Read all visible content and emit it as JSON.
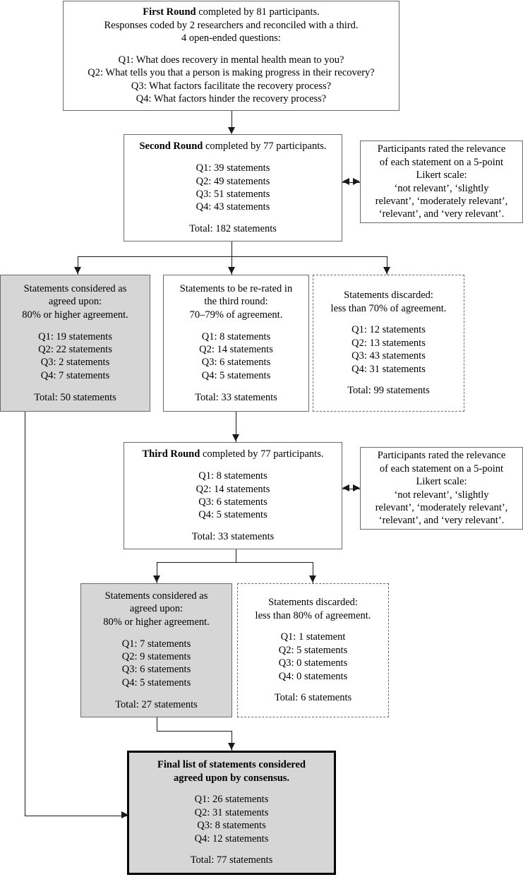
{
  "figure": {
    "type": "flowchart",
    "title": "Delphi study three-round flow of statements",
    "colors": {
      "shaded_fill": "#d6d6d6",
      "box_border": "#6b6b6b",
      "final_border": "#000000",
      "connector": "#1a1a1a",
      "background": "#ffffff"
    }
  },
  "nodes": {
    "first_round": {
      "style": "solid",
      "lines": [
        {
          "bold": "First Round",
          "rest": " completed by 81 participants."
        },
        {
          "rest": "Responses coded by 2 researchers and reconciled with a third."
        },
        {
          "rest": "4 open-ended questions:"
        },
        {
          "gap": true
        },
        {
          "rest": "Q1: What does recovery in mental health mean to you?"
        },
        {
          "rest": "Q2: What tells you that a person is making progress in their recovery?"
        },
        {
          "rest": "Q3: What factors facilitate the recovery process?"
        },
        {
          "rest": "Q4: What factors hinder the recovery process?"
        }
      ]
    },
    "second_round": {
      "style": "solid",
      "lines": [
        {
          "bold": "Second Round",
          "rest": " completed by 77 participants."
        },
        {
          "gap": true
        },
        {
          "rest": "Q1: 39 statements"
        },
        {
          "rest": "Q2: 49 statements"
        },
        {
          "rest": "Q3: 51 statements"
        },
        {
          "rest": "Q4: 43 statements"
        },
        {
          "gap": true
        },
        {
          "rest": "Total: 182 statements"
        }
      ]
    },
    "likert_round2": {
      "style": "solid",
      "lines": [
        {
          "rest": "Participants rated the relevance"
        },
        {
          "rest": "of each statement on a 5-point"
        },
        {
          "rest": "Likert scale:"
        },
        {
          "rest": "‘not relevant’, ‘slightly"
        },
        {
          "rest": "relevant’, ‘moderately relevant’,"
        },
        {
          "rest": "‘relevant’, and ‘very relevant’."
        }
      ]
    },
    "agreed_round2": {
      "style": "shaded",
      "lines": [
        {
          "rest": "Statements considered as"
        },
        {
          "rest": "agreed upon:"
        },
        {
          "rest": "80% or higher agreement."
        },
        {
          "gap": true
        },
        {
          "rest": "Q1: 19 statements"
        },
        {
          "rest": "Q2: 22 statements"
        },
        {
          "rest": "Q3: 2 statements"
        },
        {
          "rest": "Q4: 7 statements"
        },
        {
          "gap": true
        },
        {
          "rest": "Total: 50 statements"
        }
      ]
    },
    "rerate_round3": {
      "style": "solid",
      "lines": [
        {
          "rest": "Statements to be re-rated in"
        },
        {
          "rest": "the third round:"
        },
        {
          "rest": "70–79% of agreement."
        },
        {
          "gap": true
        },
        {
          "rest": "Q1: 8 statements"
        },
        {
          "rest": "Q2: 14 statements"
        },
        {
          "rest": "Q3: 6 statements"
        },
        {
          "rest": "Q4: 5 statements"
        },
        {
          "gap": true
        },
        {
          "rest": "Total: 33 statements"
        }
      ]
    },
    "discarded_round2": {
      "style": "dashed",
      "lines": [
        {
          "rest": "Statements discarded:"
        },
        {
          "rest": "less than 70% of agreement."
        },
        {
          "gap": true
        },
        {
          "rest": "Q1: 12 statements"
        },
        {
          "rest": "Q2: 13 statements"
        },
        {
          "rest": "Q3: 43 statements"
        },
        {
          "rest": "Q4: 31 statements"
        },
        {
          "gap": true
        },
        {
          "rest": "Total: 99 statements"
        }
      ]
    },
    "third_round": {
      "style": "solid",
      "lines": [
        {
          "bold": "Third Round",
          "rest": " completed by 77 participants."
        },
        {
          "gap": true
        },
        {
          "rest": "Q1: 8 statements"
        },
        {
          "rest": "Q2: 14 statements"
        },
        {
          "rest": "Q3: 6 statements"
        },
        {
          "rest": "Q4: 5 statements"
        },
        {
          "gap": true
        },
        {
          "rest": "Total: 33 statements"
        }
      ]
    },
    "likert_round3": {
      "style": "solid",
      "lines": [
        {
          "rest": "Participants rated the relevance"
        },
        {
          "rest": "of each statement on a 5-point"
        },
        {
          "rest": "Likert scale:"
        },
        {
          "rest": "‘not relevant’, ‘slightly"
        },
        {
          "rest": "relevant’, ‘moderately relevant’,"
        },
        {
          "rest": "‘relevant’, and ‘very relevant’."
        }
      ]
    },
    "agreed_round3": {
      "style": "shaded",
      "lines": [
        {
          "rest": "Statements considered as"
        },
        {
          "rest": "agreed upon:"
        },
        {
          "rest": "80% or higher agreement."
        },
        {
          "gap": true
        },
        {
          "rest": "Q1: 7 statements"
        },
        {
          "rest": "Q2: 9 statements"
        },
        {
          "rest": "Q3: 6 statements"
        },
        {
          "rest": "Q4: 5 statements"
        },
        {
          "gap": true
        },
        {
          "rest": "Total: 27 statements"
        }
      ]
    },
    "discarded_round3": {
      "style": "dashed",
      "lines": [
        {
          "rest": "Statements discarded:"
        },
        {
          "rest": "less than 80% of agreement."
        },
        {
          "gap": true
        },
        {
          "rest": "Q1: 1 statement"
        },
        {
          "rest": "Q2: 5 statements"
        },
        {
          "rest": "Q3: 0 statements"
        },
        {
          "rest": "Q4: 0 statements"
        },
        {
          "gap": true
        },
        {
          "rest": "Total: 6 statements"
        }
      ]
    },
    "final_list": {
      "style": "final",
      "lines": [
        {
          "bold": "Final list of statements considered"
        },
        {
          "bold": "agreed upon by consensus."
        },
        {
          "gap": true
        },
        {
          "rest": "Q1: 26 statements"
        },
        {
          "rest": "Q2: 31 statements"
        },
        {
          "rest": "Q3: 8 statements"
        },
        {
          "rest": "Q4: 12 statements"
        },
        {
          "gap": true
        },
        {
          "rest": "Total: 77 statements"
        }
      ]
    }
  }
}
